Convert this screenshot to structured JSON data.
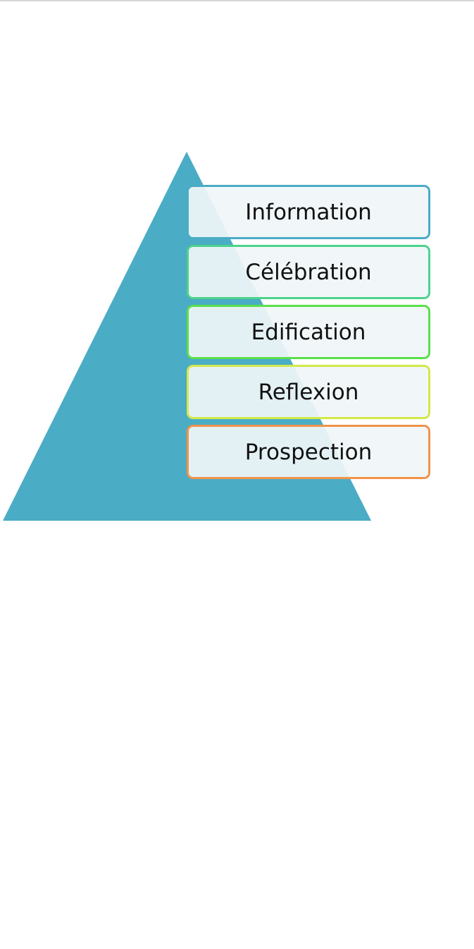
{
  "pyramid": {
    "color": "#4aacc5"
  },
  "levels": [
    {
      "label": "Information",
      "color": "#4aacc5"
    },
    {
      "label": "Célébration",
      "color": "#4dd38c"
    },
    {
      "label": "Edification",
      "color": "#5ae04b"
    },
    {
      "label": "Reflexion",
      "color": "#d4e848"
    },
    {
      "label": "Prospection",
      "color": "#f0944a"
    }
  ]
}
